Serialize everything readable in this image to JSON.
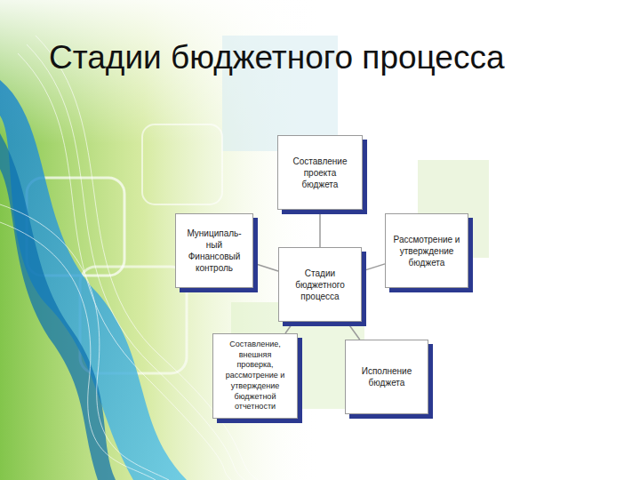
{
  "diagram": {
    "title": "Стадии бюджетного процесса",
    "nodes": [
      {
        "text": [
          "Составление проекта бюджета"
        ]
      },
      {
        "text": [
          "Муниципаль- ный Финансовый контроль"
        ]
      },
      {
        "text": [
          "Стадии бюджетного процесса"
        ]
      },
      {
        "text": [
          "Рассмотрение и утверждение бюджета"
        ]
      },
      {
        "text": [
          "Составление, внешняя проверка, рассмотрение и утверждение бюджетной отчетности"
        ]
      },
      {
        "text": [
          "Исполнение бюджета"
        ]
      }
    ],
    "edges": [
      {
        "from": 2,
        "to": 0,
        "arrow": "none"
      },
      {
        "from": 2,
        "to": 1,
        "arrow": "none"
      },
      {
        "from": 2,
        "to": 3,
        "arrow": "none"
      },
      {
        "from": 2,
        "to": 4,
        "arrow": "none"
      },
      {
        "from": 2,
        "to": 5,
        "arrow": "none"
      }
    ]
  }
}
